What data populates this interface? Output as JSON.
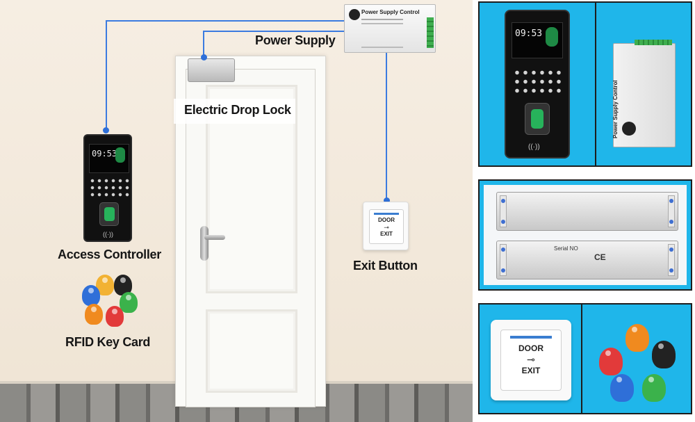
{
  "labels": {
    "power_supply": "Power Supply",
    "electric_drop_lock": "Electric Drop Lock",
    "access_controller": "Access Controller",
    "exit_button": "Exit Button",
    "rfid_key_card": "RFID Key Card"
  },
  "controller": {
    "time": "09:53"
  },
  "power_supply_unit": {
    "title": "Power Supply Control"
  },
  "exit_button_face": {
    "line1": "DOOR",
    "line2": "EXIT"
  },
  "tiles": {
    "controller": {
      "time": "09:53"
    },
    "power_supply": {
      "title": "Power Supply Control"
    },
    "lock": {
      "serial": "Serial NO",
      "ce": "CE"
    },
    "exit_button": {
      "line1": "DOOR",
      "line2": "EXIT"
    }
  },
  "colors": {
    "wire": "#3b7be0",
    "tile_background": "#1fb6ea",
    "fob_colors": [
      "#f2b233",
      "#222222",
      "#2f6fd8",
      "#e23a3a",
      "#3bb24b",
      "#f08a1f"
    ]
  },
  "icons": {
    "key": "key-icon",
    "rfid": "rfid-wave-icon",
    "fingerprint": "fingerprint-icon"
  }
}
